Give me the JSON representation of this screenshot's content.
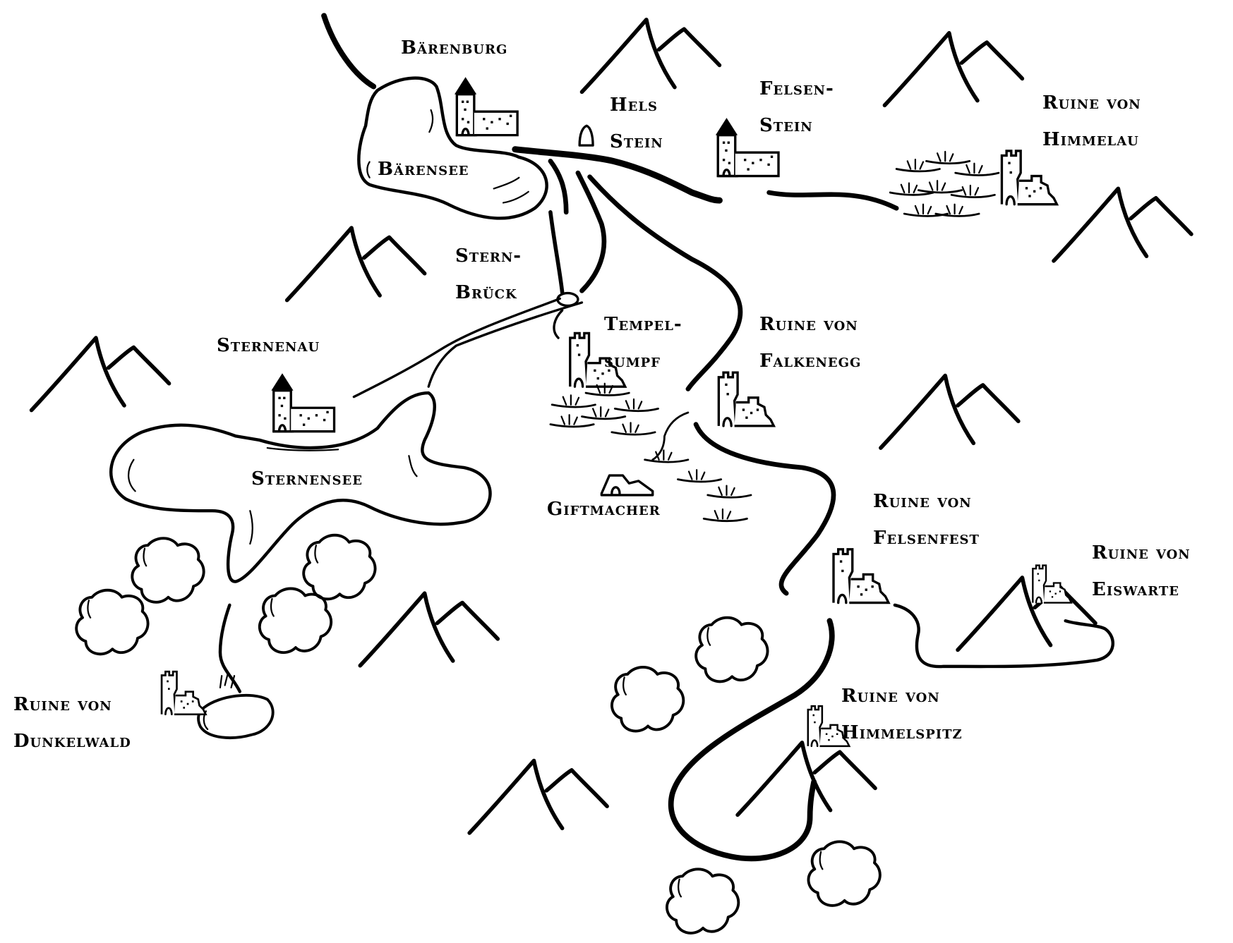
{
  "map": {
    "labels": {
      "baerenburg": [
        "Bärenburg"
      ],
      "baerensee": [
        "Bärensee"
      ],
      "helsstein": [
        "Hels",
        "Stein"
      ],
      "felsenstein": [
        "Felsen-",
        "Stein"
      ],
      "himmelau": [
        "Ruine von",
        "Himmelau"
      ],
      "sternbrueck": [
        "Stern-",
        "Brück"
      ],
      "tempelsumpf": [
        "Tempel-",
        "sumpf"
      ],
      "falkenegg": [
        "Ruine von",
        "Falkenegg"
      ],
      "sternenau": [
        "Sternenau"
      ],
      "sternensee": [
        "Sternensee"
      ],
      "giftmacher": [
        "Giftmacher"
      ],
      "felsenfest": [
        "Ruine von",
        "Felsenfest"
      ],
      "eiswarte": [
        "Ruine von",
        "Eiswarte"
      ],
      "dunkelwald": [
        "Ruine von",
        "Dunkelwald"
      ],
      "himmelspitz": [
        "Ruine von",
        "Himmelspitz"
      ]
    },
    "ink_color": "#000000",
    "paper_color": "#ffffff"
  }
}
